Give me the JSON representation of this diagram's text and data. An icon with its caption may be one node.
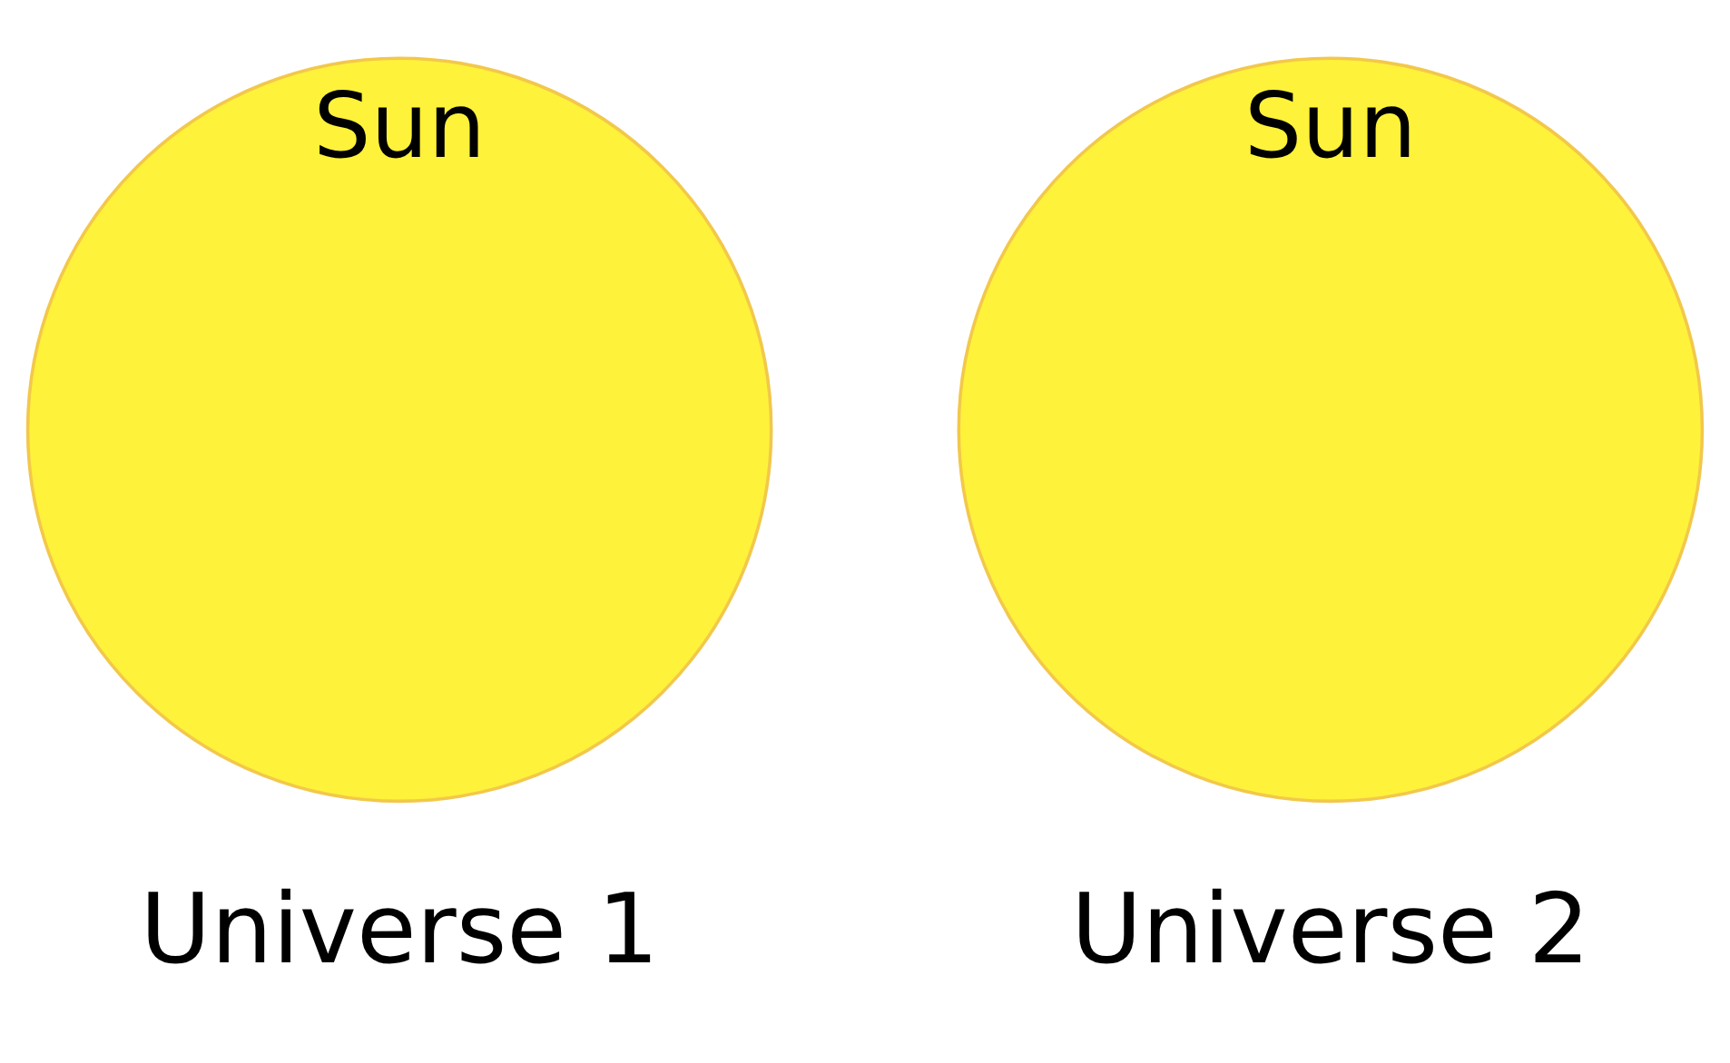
{
  "diagram": {
    "nodes": [
      {
        "text": [
          "Sun"
        ],
        "beside": [
          "Universe 1"
        ]
      },
      {
        "text": [
          "Sun"
        ],
        "beside": [
          "Universe 2"
        ]
      }
    ]
  }
}
